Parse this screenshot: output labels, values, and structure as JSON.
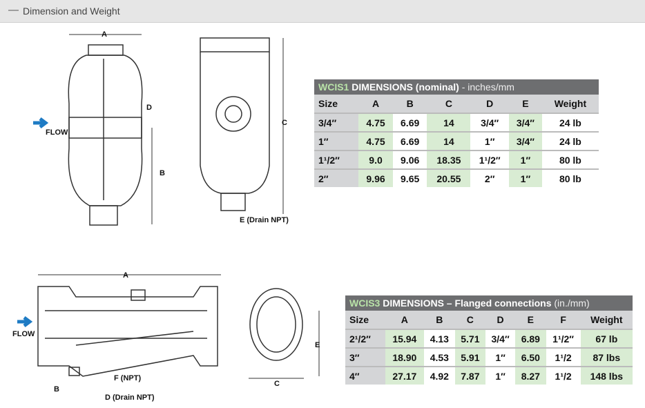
{
  "section": {
    "title": "Dimension and Weight",
    "collapse_icon": "minus-icon"
  },
  "diagram1": {
    "labels": {
      "a": "A",
      "b": "B",
      "c": "C",
      "d": "D",
      "e": "E (Drain NPT)",
      "flow": "FLOW"
    }
  },
  "diagram2": {
    "labels": {
      "a": "A",
      "b": "B",
      "c": "C",
      "e": "E",
      "f": "F (NPT)",
      "d": "D (Drain NPT)",
      "flow": "FLOW"
    }
  },
  "table1": {
    "model": "WCIS1",
    "title": "DIMENSIONS (nominal)",
    "suffix": "- inches/mm",
    "headers": [
      "Size",
      "A",
      "B",
      "C",
      "D",
      "E",
      "Weight"
    ],
    "rows": [
      [
        "3/4″",
        "4.75",
        "6.69",
        "14",
        "3/4″",
        "3/4″",
        "24 lb"
      ],
      [
        "1″",
        "4.75",
        "6.69",
        "14",
        "1″",
        "3/4″",
        "24 lb"
      ],
      [
        "1¹/2″",
        "9.0",
        "9.06",
        "18.35",
        "1¹/2″",
        "1″",
        "80 lb"
      ],
      [
        "2″",
        "9.96",
        "9.65",
        "20.55",
        "2″",
        "1″",
        "80 lb"
      ]
    ]
  },
  "table2": {
    "model": "WCIS3",
    "title": "DIMENSIONS – Flanged connections",
    "suffix": "(in./mm)",
    "headers": [
      "Size",
      "A",
      "B",
      "C",
      "D",
      "E",
      "F",
      "Weight"
    ],
    "rows": [
      [
        "2¹/2″",
        "15.94",
        "4.13",
        "5.71",
        "3/4″",
        "6.89",
        "1¹/2″",
        "67 lb"
      ],
      [
        "3″",
        "18.90",
        "4.53",
        "5.91",
        "1″",
        "6.50",
        "1¹/2",
        "87 lbs"
      ],
      [
        "4″",
        "27.17",
        "4.92",
        "7.87",
        "1″",
        "8.27",
        "1¹/2",
        "148 lbs"
      ]
    ]
  },
  "colors": {
    "header_dark": "#6d6e70",
    "accent_green": "#d9ecd3",
    "flow_arrow": "#1e7bc4"
  }
}
